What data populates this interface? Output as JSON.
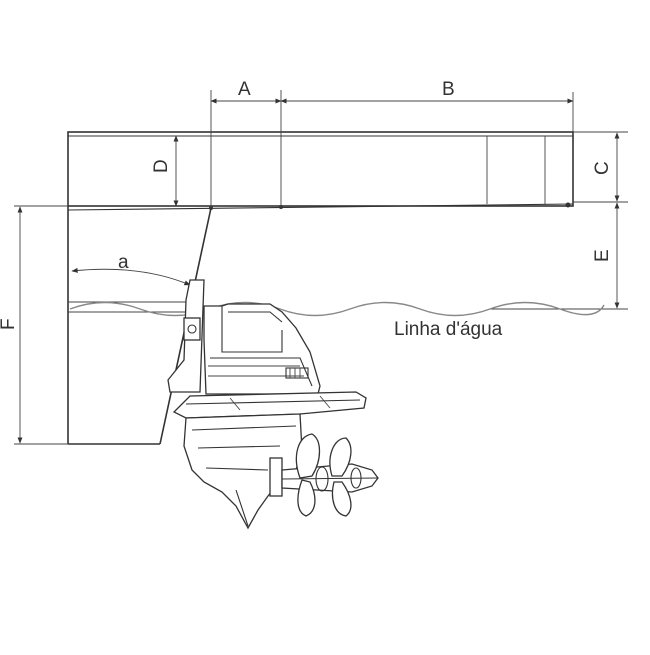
{
  "diagram": {
    "labels": {
      "A": "A",
      "B": "B",
      "C": "C",
      "D": "D",
      "E": "E",
      "F": "F",
      "angle": "a"
    },
    "waterline_label": "Linha d'água",
    "colors": {
      "line": "#333333",
      "waterline": "#888888",
      "background": "#ffffff"
    }
  }
}
